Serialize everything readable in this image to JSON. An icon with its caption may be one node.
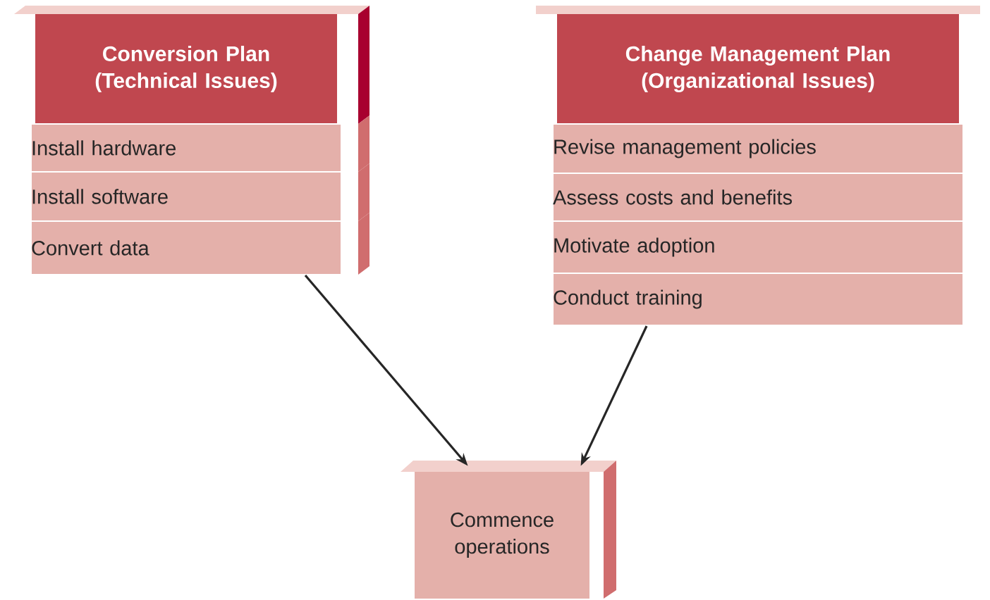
{
  "diagram": {
    "nodes": [
      {
        "text": [
          "Conversion Plan (Technical Issues)"
        ]
      },
      {
        "text": [
          "Install hardware"
        ]
      },
      {
        "text": [
          "Install software"
        ]
      },
      {
        "text": [
          "Convert data"
        ]
      },
      {
        "text": [
          "Change Management Plan (Organizational Issues)"
        ]
      },
      {
        "text": [
          "Revise management policies"
        ]
      },
      {
        "text": [
          "Assess costs and benefits"
        ]
      },
      {
        "text": [
          "Motivate adoption"
        ]
      },
      {
        "text": [
          "Conduct training"
        ]
      },
      {
        "text": [
          "Commence operations"
        ]
      }
    ],
    "edges": [
      {
        "from": 3,
        "to": 9,
        "arrow": "to"
      },
      {
        "from": 8,
        "to": 9,
        "arrow": "to"
      }
    ]
  }
}
